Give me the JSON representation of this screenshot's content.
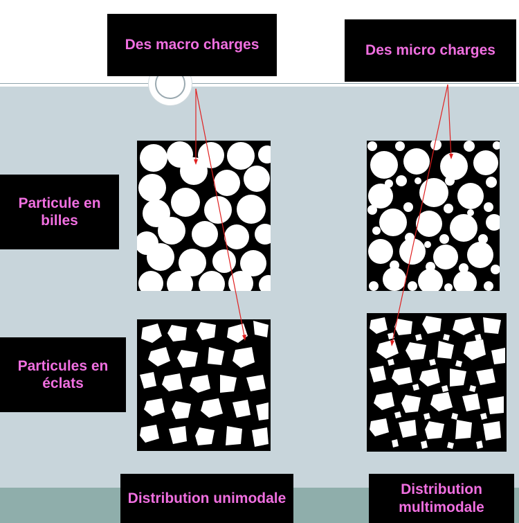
{
  "labels": {
    "macro": "Des macro charges",
    "micro": "Des micro charges",
    "billes": "Particule en billes",
    "eclats": "Particules en éclats",
    "unimodale": "Distribution unimodale",
    "multimodale": "Distribution multimodale"
  },
  "colors": {
    "label_background": "#000000",
    "label_text": "#f06fe0",
    "slide_background": "#c8d5db",
    "bottom_band": "#8faeab",
    "arrow": "#e02020"
  }
}
